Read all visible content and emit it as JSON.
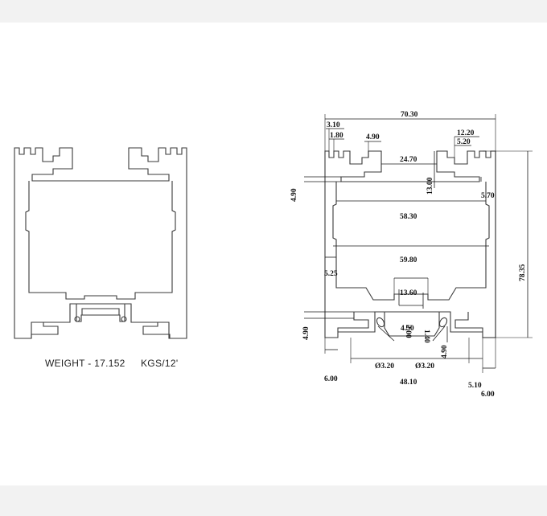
{
  "weight": {
    "label": "WEIGHT - 17.152",
    "unit": "KGS/12'"
  },
  "dimensions": {
    "overall_width": "70.30",
    "lip_left": "3.10",
    "slot_left": "1.80",
    "flange_left": "4.90",
    "slot_right_outer": "12.20",
    "slot_right_inner": "5.20",
    "inner_gap_top": "24.70",
    "slot_depth": "13.00",
    "top_wall_right": "5.70",
    "top_wall_left": "4.90",
    "inner_width_upper": "58.30",
    "inner_width_lower": "59.80",
    "side_wall": "5.25",
    "overall_height": "78.35",
    "channel_width": "13.60",
    "channel_depth": "2.00",
    "channel_lip": "4.50",
    "channel_wall": "1.40",
    "rib_right": "4.90",
    "bottom_wall_left": "4.90",
    "hole_left": "Ø3.20",
    "hole_right": "Ø3.20",
    "base_left": "6.00",
    "base_gap": "48.10",
    "base_right": "5.10",
    "base_right_outer": "6.00"
  }
}
